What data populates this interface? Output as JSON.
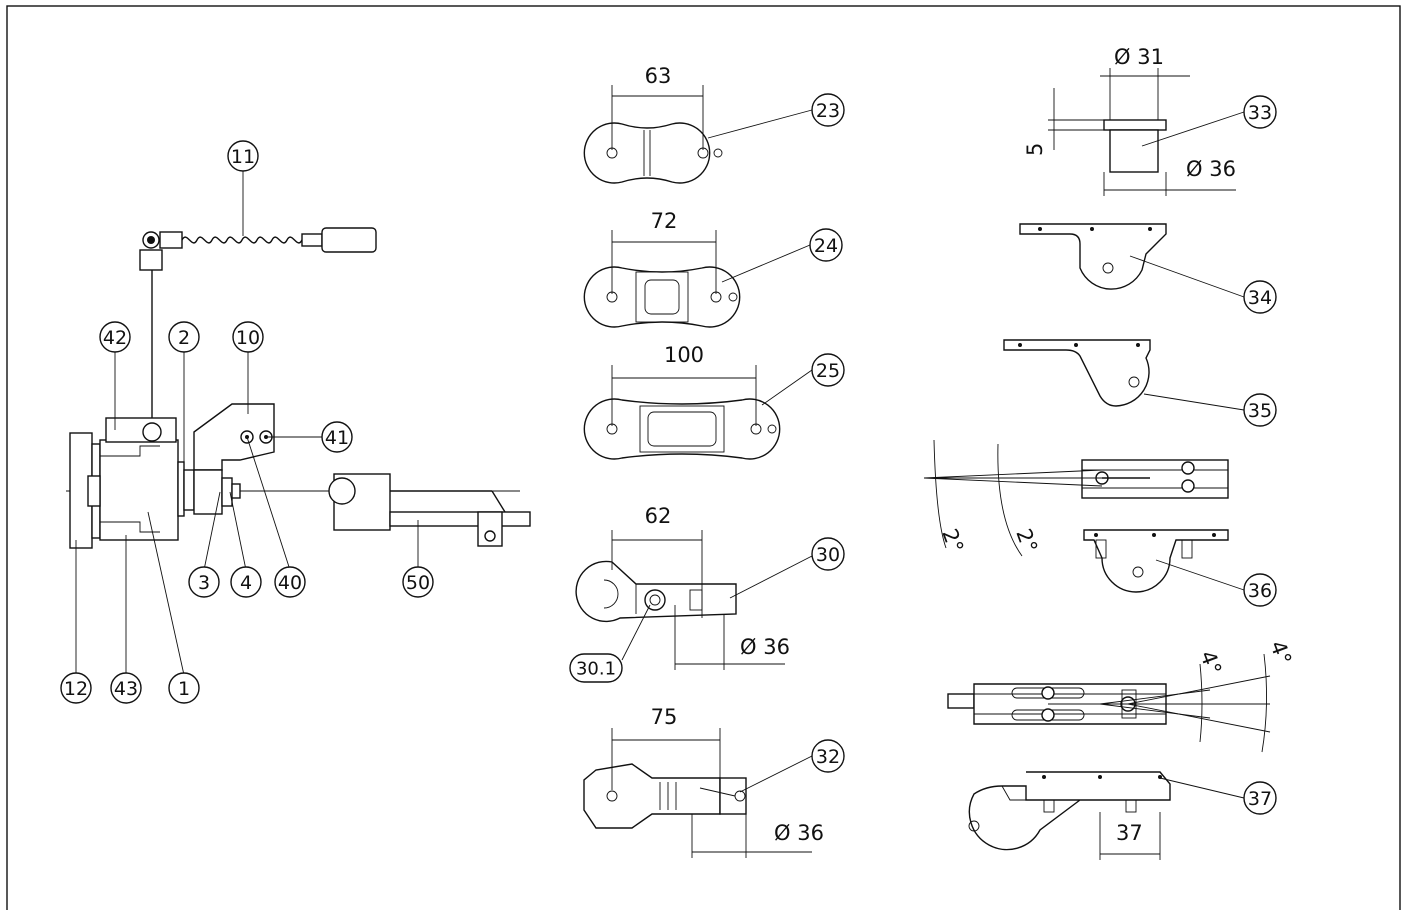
{
  "callouts": {
    "c1": "1",
    "c2": "2",
    "c3": "3",
    "c4": "4",
    "c10": "10",
    "c11": "11",
    "c12": "12",
    "c23": "23",
    "c24": "24",
    "c25": "25",
    "c30": "30",
    "c30_1": "30.1",
    "c32": "32",
    "c33": "33",
    "c34": "34",
    "c35": "35",
    "c36": "36",
    "c37": "37",
    "c40": "40",
    "c41": "41",
    "c42": "42",
    "c43": "43",
    "c50": "50"
  },
  "dimensions": {
    "d63": "63",
    "d72": "72",
    "d100": "100",
    "d62": "62",
    "d75": "75",
    "d30_dia": "Ø 36",
    "d32_dia": "Ø 36",
    "d33_top": "Ø 31",
    "d33_bottom": "Ø 36",
    "d33_height": "5",
    "ang36_a": "2°",
    "ang36_b": "2°",
    "ang37_a": "4°",
    "ang37_b": "4°",
    "d37": "37"
  }
}
